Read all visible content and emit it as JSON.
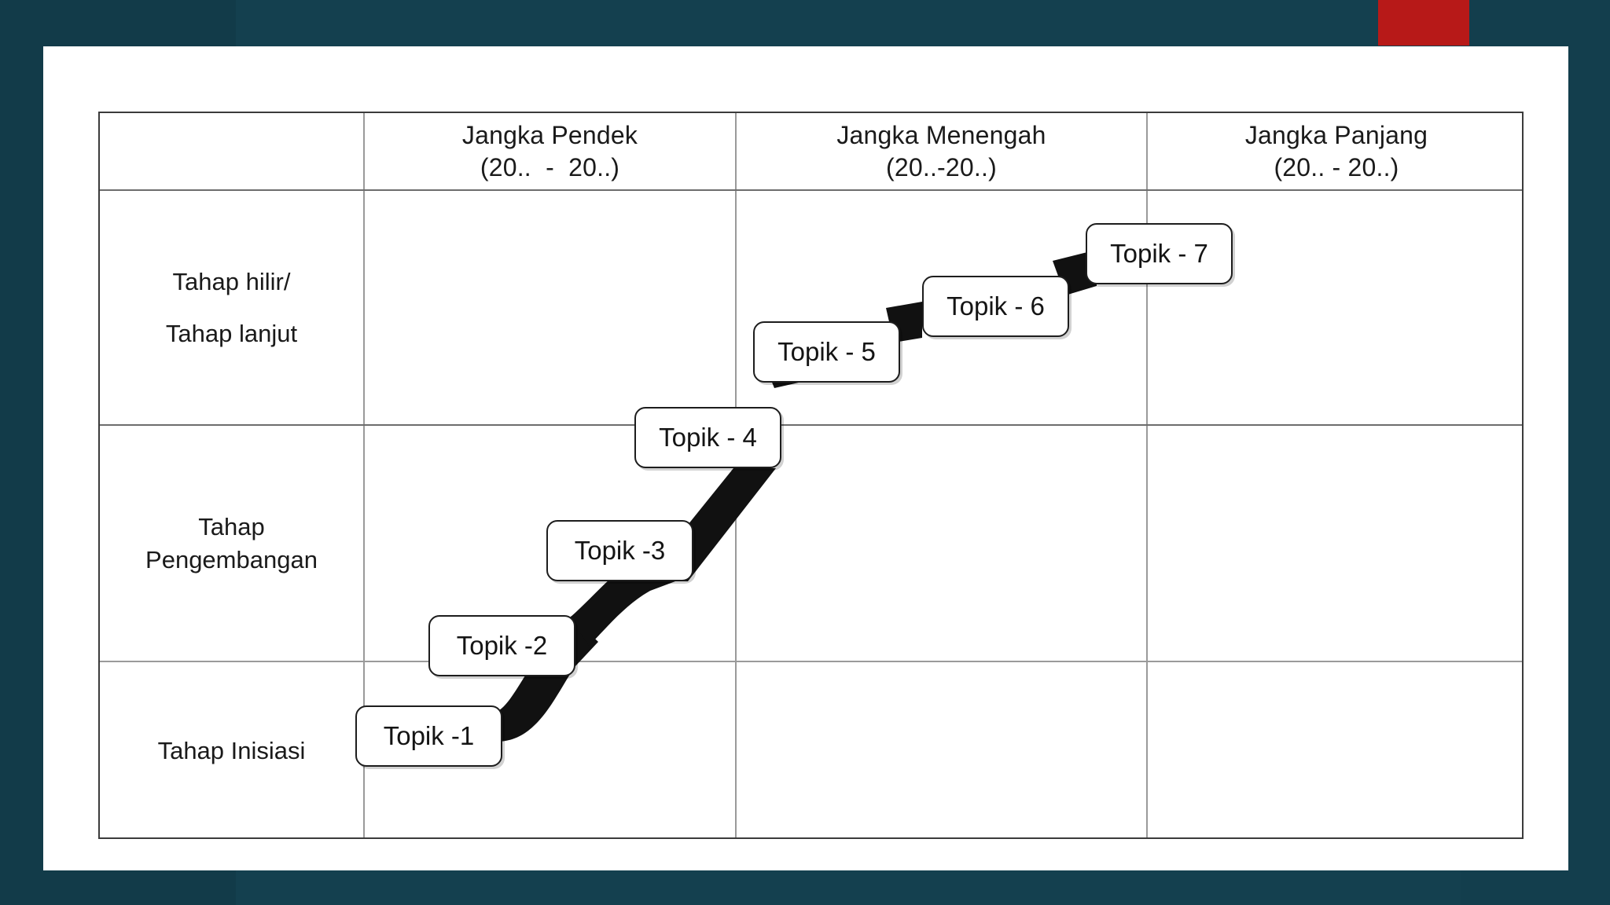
{
  "slide": {
    "background_color": "#14404f",
    "accent_color": "#b71918",
    "card_color": "#ffffff"
  },
  "matrix": {
    "corner_label": "",
    "columns": [
      {
        "title": "Jangka Pendek",
        "period": "(20..  -  20..)"
      },
      {
        "title": "Jangka Menengah",
        "period": "(20..-20..)"
      },
      {
        "title": "Jangka Panjang",
        "period": "(20.. - 20..)"
      }
    ],
    "rows": [
      {
        "line1": "Tahap hilir/",
        "line2": "Tahap lanjut"
      },
      {
        "line1": "Tahap",
        "line2": "Pengembangan"
      },
      {
        "line1": "Tahap Inisiasi",
        "line2": ""
      }
    ]
  },
  "chart_data": {
    "type": "roadmap",
    "title": "",
    "xlabel": "",
    "ylabel": "",
    "x_categories": [
      "Jangka Pendek (20..  -  20..)",
      "Jangka Menengah (20..-20..)",
      "Jangka Panjang (20.. - 20..)"
    ],
    "y_categories": [
      "Tahap Inisiasi",
      "Tahap Pengembangan",
      "Tahap hilir/ Tahap lanjut"
    ],
    "grid": true,
    "legend": "none",
    "nodes": [
      {
        "label": "Topik -1",
        "column": "Jangka Pendek",
        "stage": "Tahap Inisiasi"
      },
      {
        "label": "Topik -2",
        "column": "Jangka Pendek",
        "stage": "Tahap Inisiasi"
      },
      {
        "label": "Topik -3",
        "column": "Jangka Pendek",
        "stage": "Tahap Pengembangan"
      },
      {
        "label": "Topik - 4",
        "column": "Jangka Menengah",
        "stage": "Tahap Pengembangan"
      },
      {
        "label": "Topik - 5",
        "column": "Jangka Menengah",
        "stage": "Tahap hilir/ Tahap lanjut"
      },
      {
        "label": "Topik - 6",
        "column": "Jangka Menengah",
        "stage": "Tahap hilir/ Tahap lanjut"
      },
      {
        "label": "Topik - 7",
        "column": "Jangka Panjang",
        "stage": "Tahap hilir/ Tahap lanjut"
      }
    ],
    "connections": [
      {
        "from": "Topik -1",
        "to": "Topik -2"
      },
      {
        "from": "Topik -2",
        "to": "Topik -3"
      },
      {
        "from": "Topik -3",
        "to": "Topik - 4"
      },
      {
        "from": "Topik - 4",
        "to": "Topik - 5"
      },
      {
        "from": "Topik - 5",
        "to": "Topik - 6"
      },
      {
        "from": "Topik - 6",
        "to": "Topik - 7"
      }
    ]
  }
}
